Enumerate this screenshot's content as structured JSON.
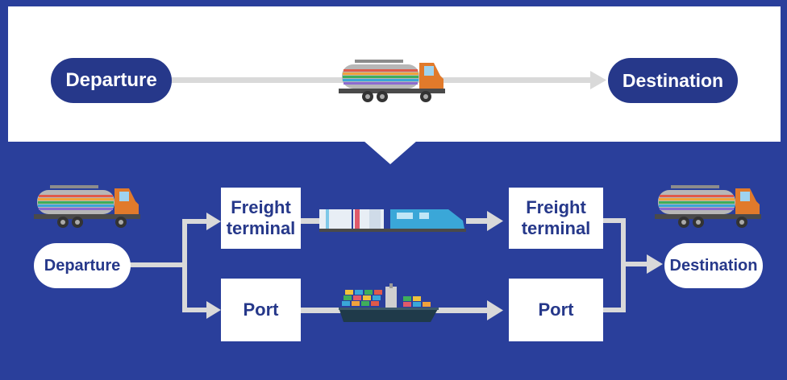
{
  "top_route": {
    "departure": "Departure",
    "destination": "Destination"
  },
  "bottom_route": {
    "departure": "Departure",
    "destination": "Destination",
    "rail": {
      "origin": "Freight\nterminal",
      "arrival": "Freight\nterminal"
    },
    "sea": {
      "origin": "Port",
      "arrival": "Port"
    }
  },
  "colors": {
    "background": "#2a3f9b",
    "pill_dark": "#26388a",
    "arrow": "#d9d9d9",
    "truck_cab": "#e17a2b"
  },
  "icons": {
    "top": "tanker-truck-icon",
    "left": "tanker-truck-icon",
    "right": "tanker-truck-icon",
    "rail": "freight-train-icon",
    "sea": "container-ship-icon"
  }
}
